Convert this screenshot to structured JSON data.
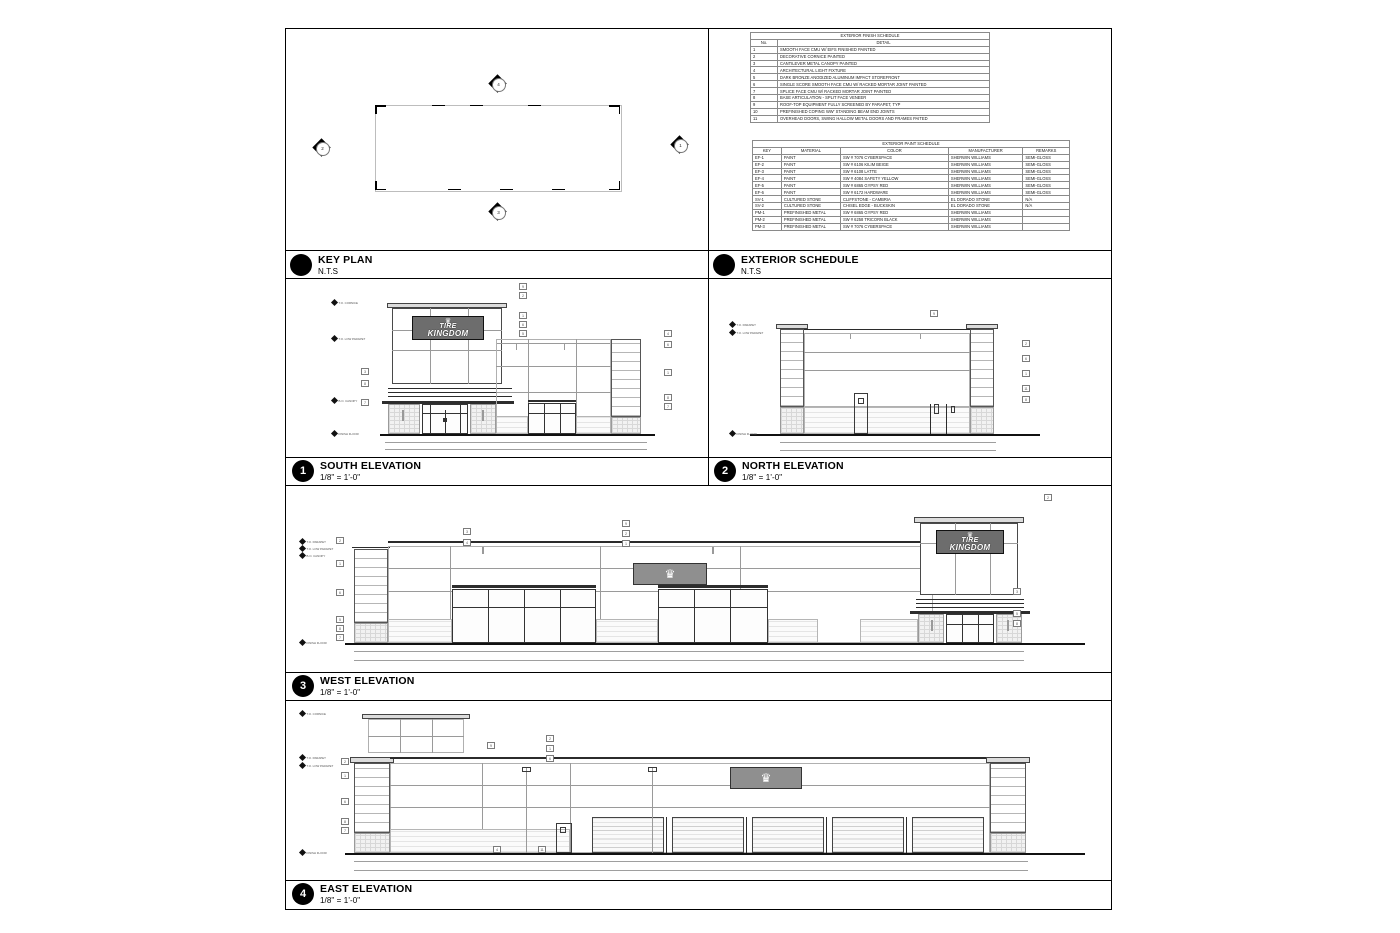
{
  "sheet": {
    "title": "Exterior Elevations Sheet"
  },
  "finish_schedule": {
    "title": "EXTERIOR FINISH SCHEDULE",
    "columns": [
      "No.",
      "DETAIL"
    ],
    "rows": [
      {
        "no": "1",
        "detail": "SMOOTH FACE CMU W/ EIFS FINISHED PAINTED"
      },
      {
        "no": "2",
        "detail": "DECORATIVE CORNICE PAINTED"
      },
      {
        "no": "3",
        "detail": "CANTILEVER METAL CANOPY PAINTED"
      },
      {
        "no": "4",
        "detail": "ARCHITECTURAL LIGHT FIXTURE"
      },
      {
        "no": "5",
        "detail": "DARK BRONZE ANODIZED ALUMINUM IMPACT STOREFRONT"
      },
      {
        "no": "6",
        "detail": "SINGLE SCORE SMOOTH FACE CMU W/ RACKED MORTAR JOINT PAINTED"
      },
      {
        "no": "7",
        "detail": "SPLICE FACE CMU W/ RACKED MORTAR JOINT PAINTED"
      },
      {
        "no": "8",
        "detail": "BASE ARTICULATION - SPLIT FACE VENEER"
      },
      {
        "no": "9",
        "detail": "ROOF-TOP EQUIPMENT FULLY SCREENED BY PARAPET, TYP"
      },
      {
        "no": "10",
        "detail": "PREFINISHED  COPING WW' STANDING BEAM END JOINTS"
      },
      {
        "no": "11",
        "detail": "OVERHEAD  DOORS, SWING HALLOW  METAL DOORS AND FRAMES PAITED"
      }
    ]
  },
  "paint_schedule": {
    "title": "EXTERIOR PAINT SCHEDULE",
    "columns": [
      "KEY",
      "MATERIAL",
      "COLOR",
      "MANUFACTURER",
      "REMARKS"
    ],
    "rows": [
      {
        "key": "EF-1",
        "material": "PAINT",
        "color": "SW # 7076 CYBERSPACE",
        "manufacturer": "SHERWIN WILLIAMS",
        "remarks": "SEMI-GLOSS"
      },
      {
        "key": "EF-2",
        "material": "PAINT",
        "color": "SW # 6106 KILIM BEIGE",
        "manufacturer": "SHERWIN WILLIAMS",
        "remarks": "SEMI-GLOSS"
      },
      {
        "key": "EF-3",
        "material": "PAINT",
        "color": "SW # 6108 LATTE",
        "manufacturer": "SHERWIN WILLIAMS",
        "remarks": "SEMI-GLOSS"
      },
      {
        "key": "EF-4",
        "material": "PAINT",
        "color": "SW # 4084 SAFETY YELLOW",
        "manufacturer": "SHERWIN WILLIAMS",
        "remarks": "SEMI-GLOSS"
      },
      {
        "key": "EF-5",
        "material": "PAINT",
        "color": "SW # 6865 GYPSY RED",
        "manufacturer": "SHERWIN WILLIAMS",
        "remarks": "SEMI-GLOSS"
      },
      {
        "key": "EF-6",
        "material": "PAINT",
        "color": "SW # 6172 HARDWARE",
        "manufacturer": "SHERWIN WILLIAMS",
        "remarks": "SEMI-GLOSS"
      },
      {
        "key": "SV-1",
        "material": "CULTURED STONE",
        "color": "CLIFFSTONE - CAMBRIA",
        "manufacturer": "EL DORADO STONE",
        "remarks": "N/A"
      },
      {
        "key": "SV-2",
        "material": "CULTURED STONE",
        "color": "CHISEL EDGE - BUCKSKIN",
        "manufacturer": "EL DORADO STONE",
        "remarks": "N/A"
      },
      {
        "key": "PM-1",
        "material": "PREFINISHED  METAL",
        "color": "SW # 6865 GYPSY RED",
        "manufacturer": "SHERWIN WILLIAMS",
        "remarks": ""
      },
      {
        "key": "PM-2",
        "material": "PREFINISHED  METAL",
        "color": "SW # 6258 TRICORN BLACK",
        "manufacturer": "SHERWIN WILLIAMS",
        "remarks": ""
      },
      {
        "key": "PM-3",
        "material": "PREFINISHED  METAL",
        "color": "SW # 7076 CYBERSPACE",
        "manufacturer": "SHERWIN WILLIAMS",
        "remarks": ""
      }
    ]
  },
  "key_plan": {
    "title": "KEY PLAN",
    "scale": "N.T.S",
    "markers": [
      {
        "id": "4",
        "position": "top"
      },
      {
        "id": "2",
        "position": "left"
      },
      {
        "id": "1",
        "position": "right"
      },
      {
        "id": "3",
        "position": "bottom"
      }
    ]
  },
  "exterior_schedule_block": {
    "title": "EXTERIOR SCHEDULE",
    "scale": "N.T.S"
  },
  "elevations": [
    {
      "number": "1",
      "title": "SOUTH ELEVATION",
      "scale": "1/8\" = 1'-0\""
    },
    {
      "number": "2",
      "title": "NORTH ELEVATION",
      "scale": "1/8\" = 1'-0\""
    },
    {
      "number": "3",
      "title": "WEST ELEVATION",
      "scale": "1/8\" = 1'-0\""
    },
    {
      "number": "4",
      "title": "EAST ELEVATION",
      "scale": "1/8\" = 1'-0\""
    }
  ],
  "signage": {
    "line1": "TIRE",
    "line2": "KINGDOM",
    "crown_glyph": "♛"
  },
  "level_labels": {
    "top_of_cornice": "T.O. CORNICE",
    "top_of_parapet": "T.O. PARAPET",
    "top_of_low_parapet": "T.O. LOW PARAPET",
    "bottom_of_canopy": "B.O. CANOPY",
    "finish_floor": "FINISH FLOOR"
  },
  "colors": {
    "line": "#2b2b2b",
    "thin_line": "#9a9a9a",
    "sign_bg": "#6d6d6d",
    "crown_panel": "#8f8f8f",
    "border": "#8a8a8a"
  }
}
